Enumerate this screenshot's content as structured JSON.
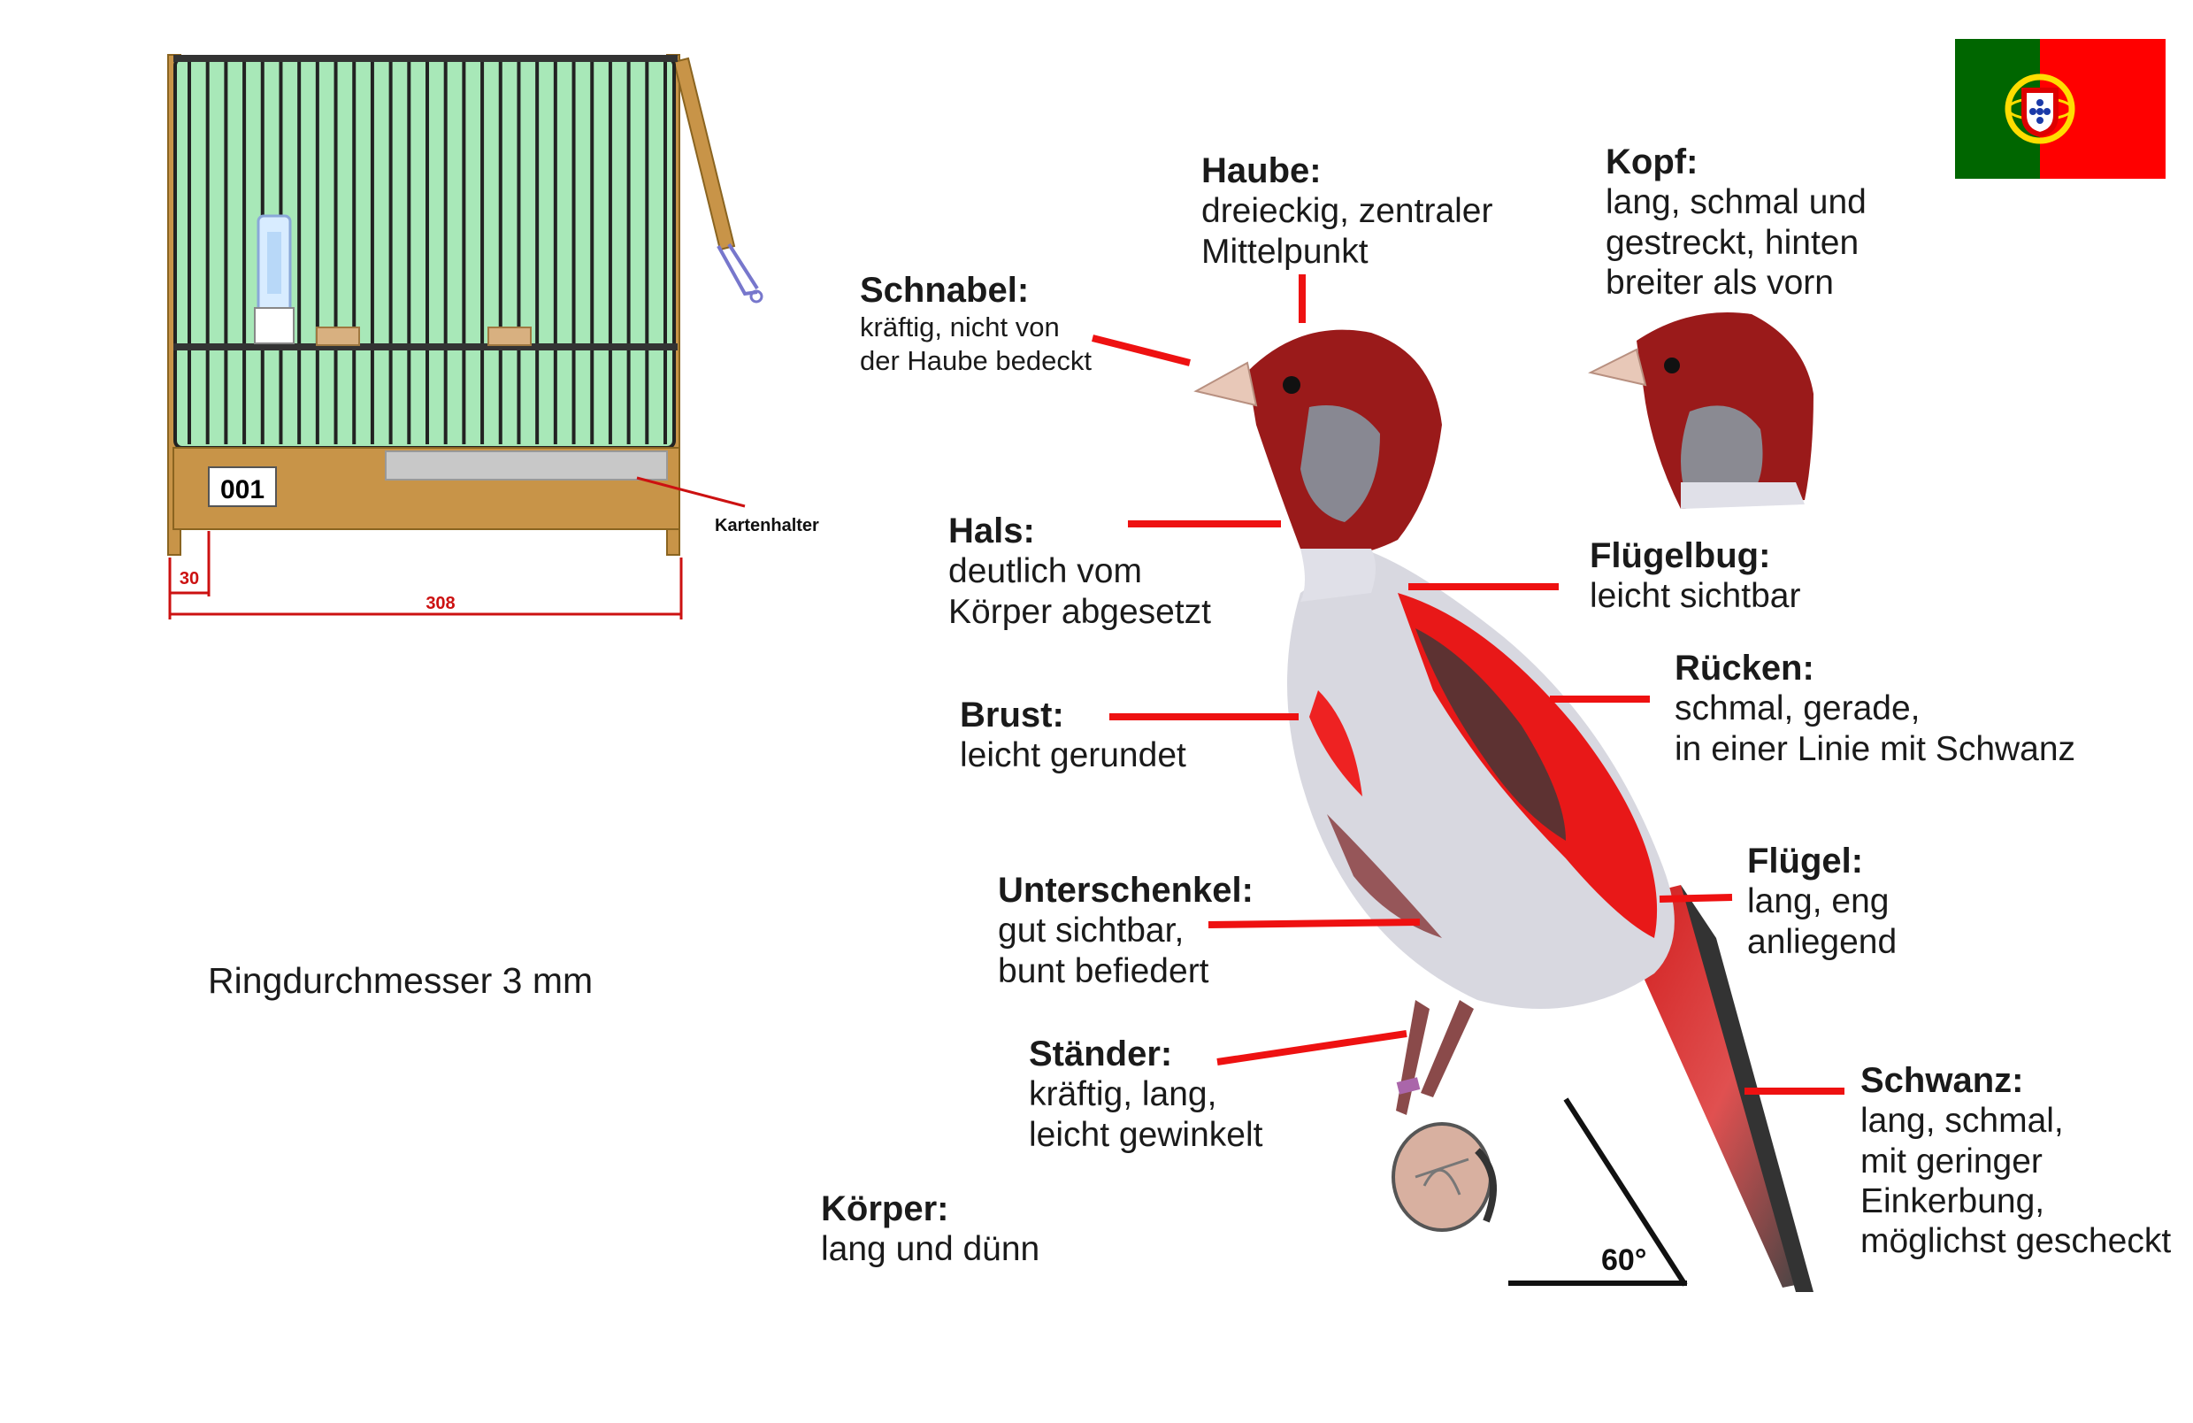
{
  "cage": {
    "number_tag": "001",
    "card_holder_label": "Kartenhalter",
    "dim_side": "30",
    "dim_width": "308"
  },
  "ring_diameter": "Ringdurchmesser  3 mm",
  "angle_label": "60°",
  "flag": {
    "name": "portugal-flag",
    "green": "#006600",
    "red": "#ff0000"
  },
  "colors": {
    "pointer": "#ee1111",
    "bar_green": "#a8e8b8",
    "wood": "#c89448"
  },
  "features": {
    "haube": {
      "title": "Haube:",
      "desc": [
        "dreieckig, zentraler",
        "Mittelpunkt"
      ]
    },
    "kopf": {
      "title": "Kopf:",
      "desc": [
        "lang, schmal und",
        "gestreckt, hinten",
        "breiter als vorn"
      ]
    },
    "schnabel": {
      "title": "Schnabel:",
      "desc": [
        "kräftig, nicht von",
        "der Haube bedeckt"
      ]
    },
    "hals": {
      "title": "Hals:",
      "desc": [
        "deutlich vom",
        "Körper abgesetzt"
      ]
    },
    "fluegelbug": {
      "title": "Flügelbug:",
      "desc": [
        "leicht sichtbar"
      ]
    },
    "ruecken": {
      "title": "Rücken:",
      "desc": [
        "schmal, gerade,",
        "in einer Linie mit Schwanz"
      ]
    },
    "brust": {
      "title": "Brust:",
      "desc": [
        "leicht gerundet"
      ]
    },
    "fluegel": {
      "title": "Flügel:",
      "desc": [
        "lang, eng",
        "anliegend"
      ]
    },
    "unterschenkel": {
      "title": "Unterschenkel:",
      "desc": [
        "gut sichtbar,",
        "bunt befiedert"
      ]
    },
    "staender": {
      "title": "Ständer:",
      "desc": [
        "kräftig, lang,",
        "leicht gewinkelt"
      ]
    },
    "schwanz": {
      "title": "Schwanz:",
      "desc": [
        "lang, schmal,",
        "mit geringer",
        "Einkerbung,",
        "möglichst gescheckt"
      ]
    },
    "koerper": {
      "title": "Körper:",
      "desc": [
        "lang und dünn"
      ]
    }
  }
}
